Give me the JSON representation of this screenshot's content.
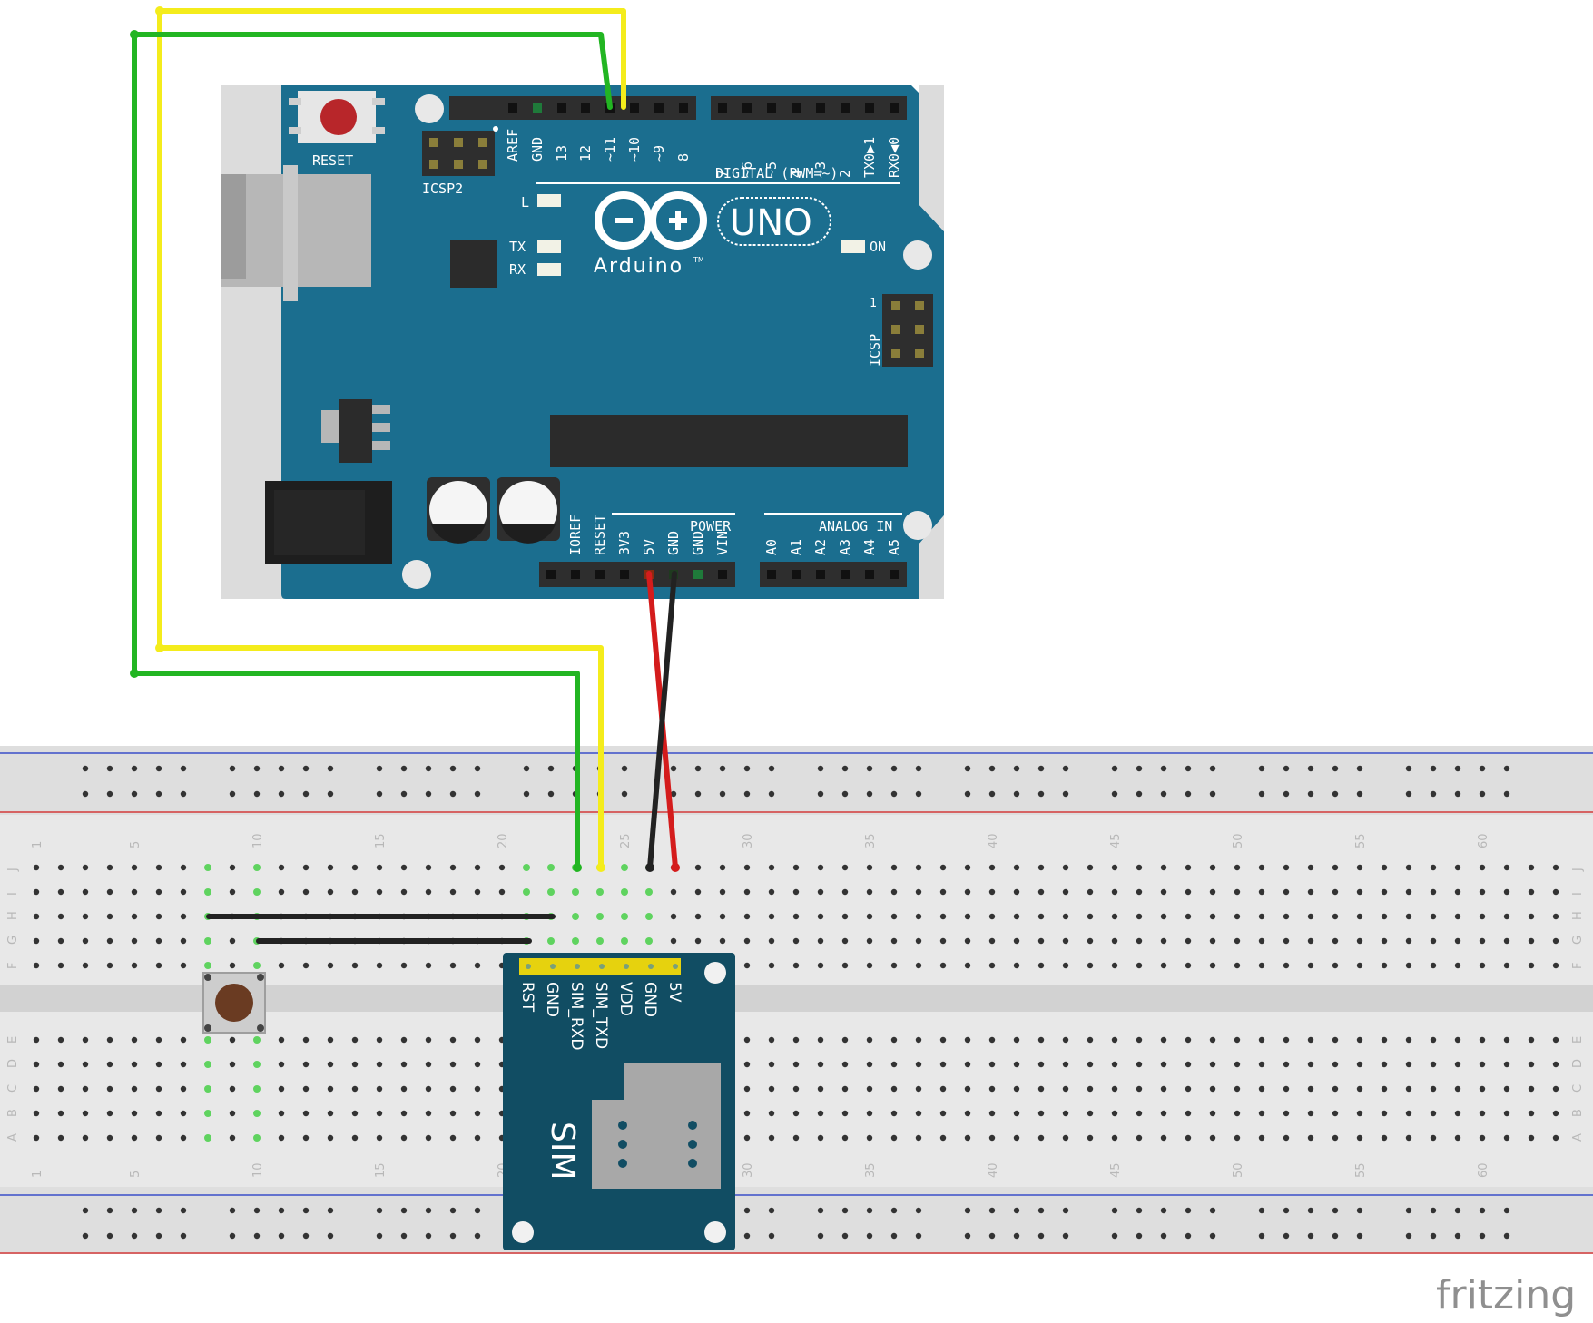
{
  "arduino": {
    "reset_label": "RESET",
    "icsp2_label": "ICSP2",
    "icsp_label": "ICSP",
    "icsp_pin1": "1",
    "l_label": "L",
    "tx_label": "TX",
    "rx_label": "RX",
    "on_label": "ON",
    "brand": "Arduino",
    "tm": "TM",
    "model": "UNO",
    "digital_label": "DIGITAL (PWM=~)",
    "power_label": "POWER",
    "analog_label": "ANALOG IN",
    "digital_pins_left": [
      "AREF",
      "GND",
      "13",
      "12",
      "~11",
      "~10",
      "~9",
      "8"
    ],
    "digital_pins_right": [
      "7",
      "~6",
      "~5",
      "4",
      "~3",
      "2",
      "TX0▶1",
      "RX0◀0"
    ],
    "power_pins": [
      "IOREF",
      "RESET",
      "3V3",
      "5V",
      "GND",
      "GND",
      "VIN"
    ],
    "analog_pins": [
      "A0",
      "A1",
      "A2",
      "A3",
      "A4",
      "A5"
    ]
  },
  "breadboard": {
    "column_numbers": [
      "1",
      "5",
      "10",
      "15",
      "20",
      "25",
      "30",
      "35",
      "40",
      "45",
      "50",
      "55",
      "60"
    ],
    "rows_top": [
      "J",
      "I",
      "H",
      "G",
      "F"
    ],
    "rows_bottom": [
      "E",
      "D",
      "C",
      "B",
      "A"
    ]
  },
  "sim_module": {
    "pins": [
      "5V",
      "GND",
      "VDD",
      "SIM_TXD",
      "SIM_RXD",
      "GND",
      "RST"
    ],
    "label": "SIM"
  },
  "watermark": "fritzing",
  "colors": {
    "board": "#1b6e8f",
    "wire_yellow": "#f4ec1c",
    "wire_green": "#22b522",
    "wire_red": "#d41c1c",
    "wire_black": "#222222",
    "sim_board": "#114d63"
  }
}
